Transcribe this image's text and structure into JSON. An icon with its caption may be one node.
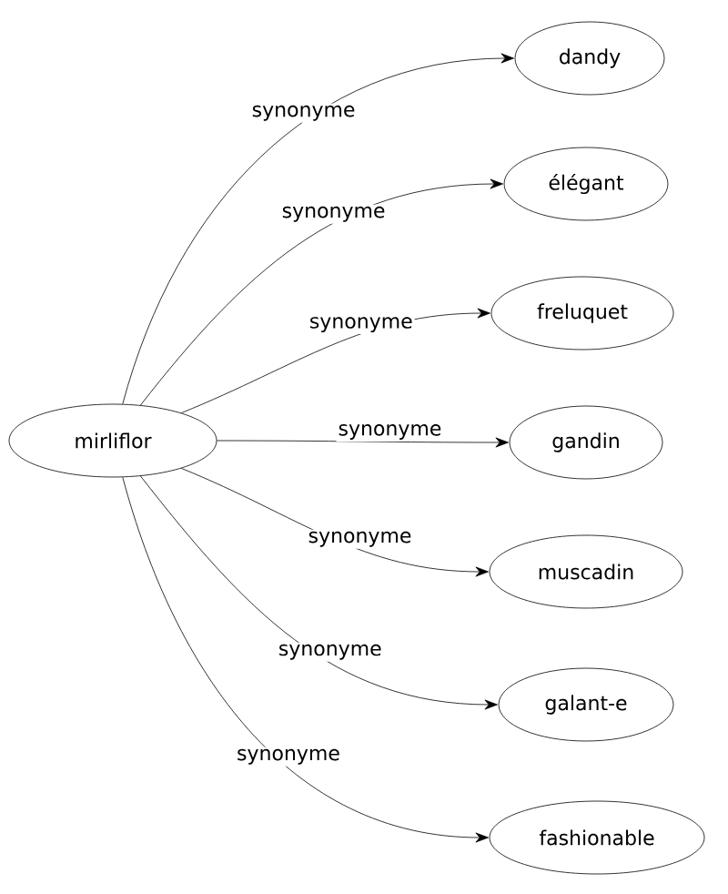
{
  "diagram": {
    "nodes": [
      {
        "text": [
          "mirliflor"
        ]
      },
      {
        "text": [
          "dandy"
        ]
      },
      {
        "text": [
          "élégant"
        ]
      },
      {
        "text": [
          "freluquet"
        ]
      },
      {
        "text": [
          "gandin"
        ]
      },
      {
        "text": [
          "muscadin"
        ]
      },
      {
        "text": [
          "galant-e"
        ]
      },
      {
        "text": [
          "fashionable"
        ]
      }
    ],
    "edges": [
      {
        "from": 0,
        "to": 1,
        "arrow": "to",
        "label": "synonyme"
      },
      {
        "from": 0,
        "to": 2,
        "arrow": "to",
        "label": "synonyme"
      },
      {
        "from": 0,
        "to": 3,
        "arrow": "to",
        "label": "synonyme"
      },
      {
        "from": 0,
        "to": 4,
        "arrow": "to",
        "label": "synonyme"
      },
      {
        "from": 0,
        "to": 5,
        "arrow": "to",
        "label": "synonyme"
      },
      {
        "from": 0,
        "to": 6,
        "arrow": "to",
        "label": "synonyme"
      },
      {
        "from": 0,
        "to": 7,
        "arrow": "to",
        "label": "synonyme"
      }
    ]
  }
}
